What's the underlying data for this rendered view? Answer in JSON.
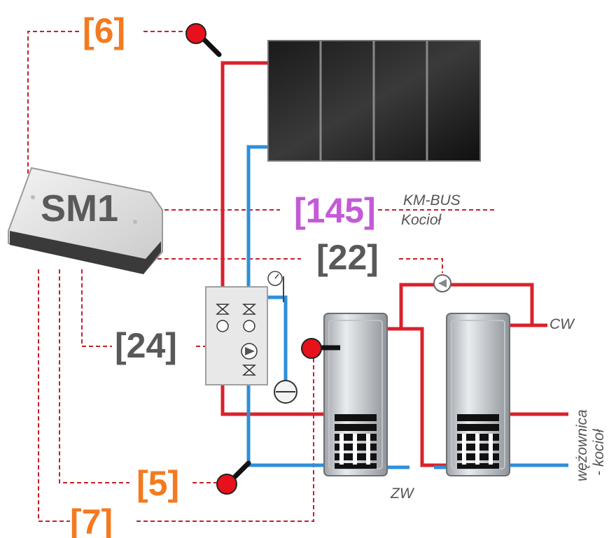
{
  "labels": {
    "collector_sensor": "[6]",
    "controller": "SM1",
    "bus_number": "[145]",
    "bus_name": "KM-BUS",
    "boiler": "Kocioł",
    "valve": "[22]",
    "pump": "[24]",
    "tank_sensor": "[5]",
    "return_sensor": "[7]",
    "hot_water": "CW",
    "cold_water": "ZW",
    "coil_line1": "wężownica",
    "coil_line2": "- kocioł"
  },
  "colors": {
    "red_pipe": "#d9222c",
    "blue_pipe": "#2f8fd8",
    "wire": "#c8202a",
    "orange_label": "#f47a20",
    "gray_label": "#58595b",
    "purple_label": "#c45ad8"
  },
  "icons": [
    "temperature-sensor-icon",
    "pump-icon",
    "three-way-valve-icon",
    "expansion-vessel-icon",
    "pressure-gauge-icon",
    "shutoff-valve-icon"
  ]
}
